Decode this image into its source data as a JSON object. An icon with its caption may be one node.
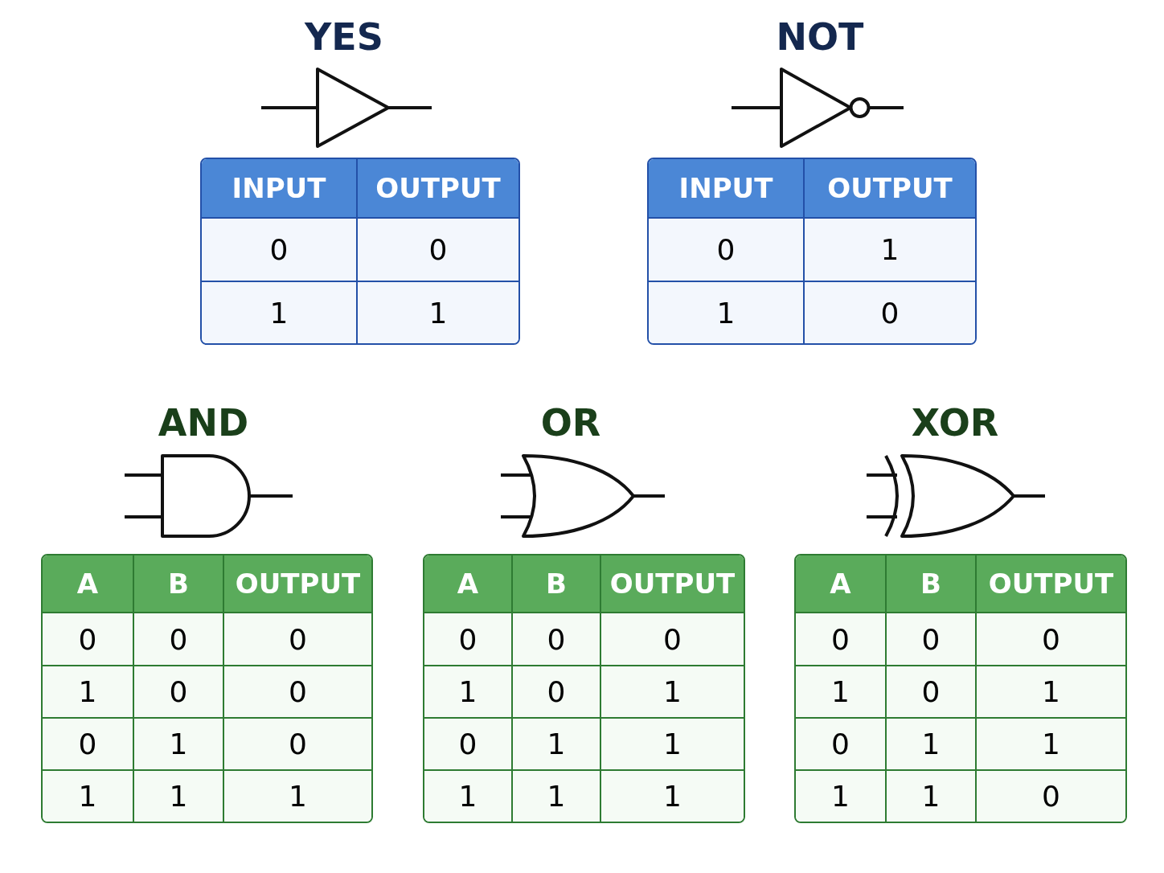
{
  "diagram": {
    "labels": [
      "YES",
      "INPUT",
      "OUTPUT",
      "0",
      "0",
      "1",
      "1",
      "NOT",
      "INPUT",
      "OUTPUT",
      "0",
      "1",
      "1",
      "0",
      "AND",
      "A",
      "B",
      "OUTPUT",
      "0",
      "0",
      "0",
      "1",
      "0",
      "0",
      "0",
      "1",
      "0",
      "1",
      "1",
      "1",
      "OR",
      "A",
      "B",
      "OUTPUT",
      "0",
      "0",
      "0",
      "1",
      "0",
      "1",
      "0",
      "1",
      "1",
      "1",
      "1",
      "1",
      "XOR",
      "A",
      "B",
      "OUTPUT",
      "0",
      "0",
      "0",
      "1",
      "0",
      "1",
      "0",
      "1",
      "1",
      "1",
      "1",
      "0"
    ]
  }
}
